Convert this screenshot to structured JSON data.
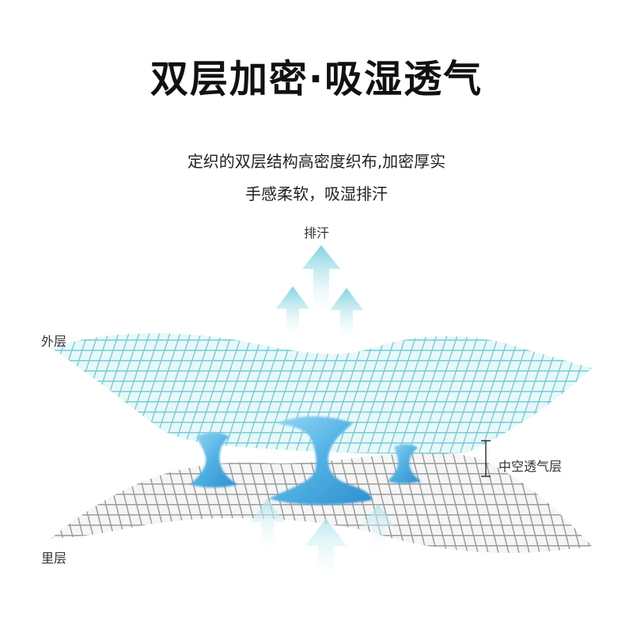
{
  "title": "双层加密·吸湿透气",
  "subtitle_lines": [
    "定织的双层结构高密度织布,加密厚实",
    "手感柔软，吸湿排汗"
  ],
  "labels": {
    "sweat": "排汗",
    "outer_layer": "外层",
    "inner_layer": "里层",
    "middle_layer": "中空透气层"
  },
  "colors": {
    "outer_mesh": "#8fd6dd",
    "inner_mesh": "#9a9a9a",
    "water": "#5fb8e6",
    "arrow": "#7fd3e0"
  }
}
